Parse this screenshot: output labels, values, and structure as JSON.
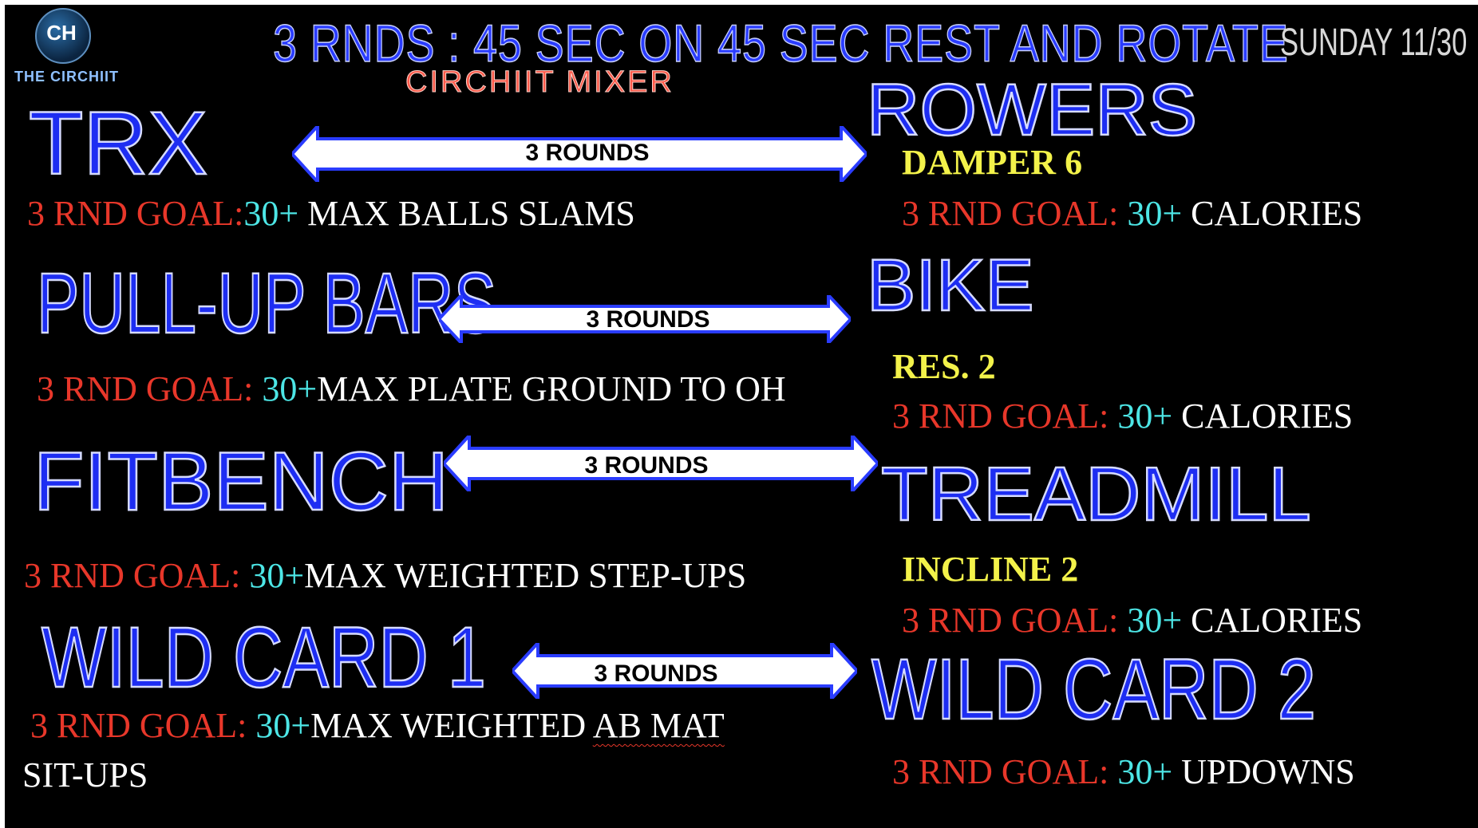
{
  "logo": {
    "monogram": "CH",
    "brand": "THE CIRCHIIT"
  },
  "header": {
    "title": "3 RNDS : 45 SEC ON 45 SEC REST AND ROTATE",
    "subtitle": "CIRCHIIT MIXER",
    "date": "SUNDAY 11/30"
  },
  "arrow_label": "3 ROUNDS",
  "goal_prefix": "3 RND GOAL:",
  "goal_target": "30+",
  "stations": {
    "trx": {
      "name": "TRX",
      "exercise": "MAX BALLS SLAMS"
    },
    "rowers": {
      "name": "ROWERS",
      "setting": "DAMPER 6",
      "exercise": "CALORIES"
    },
    "pullup": {
      "name": "PULL-UP BARS",
      "exercise": "MAX PLATE GROUND TO OH"
    },
    "bike": {
      "name": "BIKE",
      "setting": "RES. 2",
      "exercise": "CALORIES"
    },
    "fitbench": {
      "name": "FITBENCH",
      "exercise": "MAX WEIGHTED STEP-UPS"
    },
    "treadmill": {
      "name": "TREADMILL",
      "setting": "INCLINE 2",
      "exercise": "CALORIES"
    },
    "wildcard1": {
      "name": "WILD CARD 1",
      "exercise_line1_a": "MAX WEIGHTED ",
      "exercise_line1_b": "AB MAT",
      "exercise_line2": "SIT-UPS"
    },
    "wildcard2": {
      "name": "WILD CARD 2",
      "exercise": "UPDOWNS"
    }
  },
  "colors": {
    "background": "#000000",
    "station_blue": "#1d2df2",
    "goal_red": "#e8372a",
    "goal_cyan": "#4de6e6",
    "setting_yellow": "#f3f24a"
  }
}
